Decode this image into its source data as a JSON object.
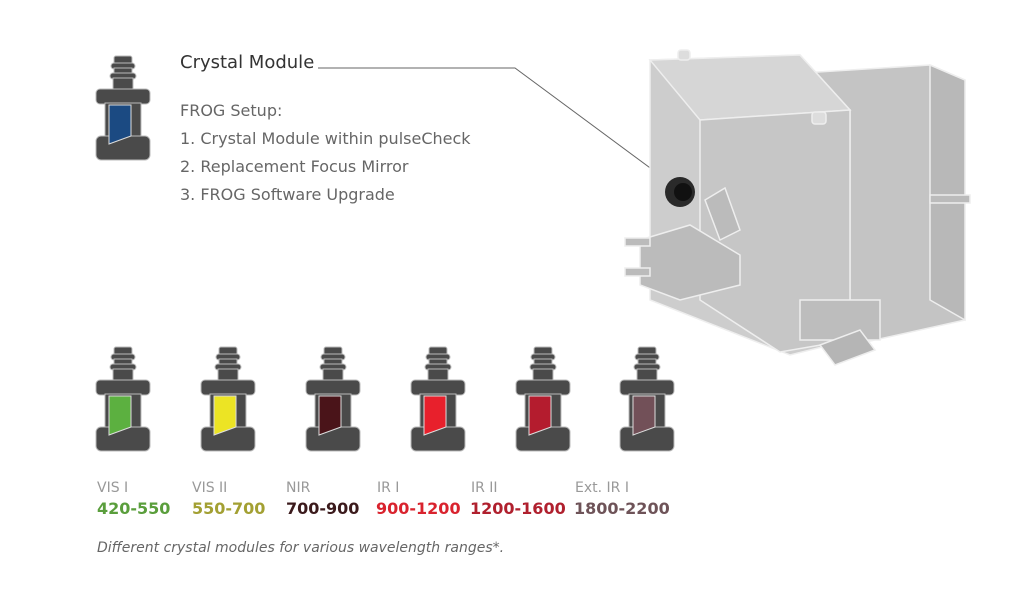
{
  "header": {
    "title": "Crystal Module",
    "setup_heading": "FROG Setup:",
    "setup_items": [
      "1. Crystal Module within pulseCheck",
      "2. Replacement Focus Mirror",
      "3. FROG Software Upgrade"
    ],
    "main_crystal_color": "#1b4a82"
  },
  "modules": [
    {
      "name": "VIS I",
      "range": "420-550",
      "crystal_color": "#5cb040",
      "text_color": "#5a9e3c"
    },
    {
      "name": "VIS II",
      "range": "550-700",
      "crystal_color": "#ece424",
      "text_color": "#a3a033"
    },
    {
      "name": "NIR",
      "range": "700-900",
      "crystal_color": "#4a1419",
      "text_color": "#3b1a1c"
    },
    {
      "name": "IR I",
      "range": "900-1200",
      "crystal_color": "#e8202c",
      "text_color": "#d9232e"
    },
    {
      "name": "IR II",
      "range": "1200-1600",
      "crystal_color": "#b41c2e",
      "text_color": "#b0202e"
    },
    {
      "name": "Ext. IR I",
      "range": "1800-2200",
      "crystal_color": "#725058",
      "text_color": "#6e5358"
    }
  ],
  "footnote": "Different crystal modules for various wavelength ranges*."
}
